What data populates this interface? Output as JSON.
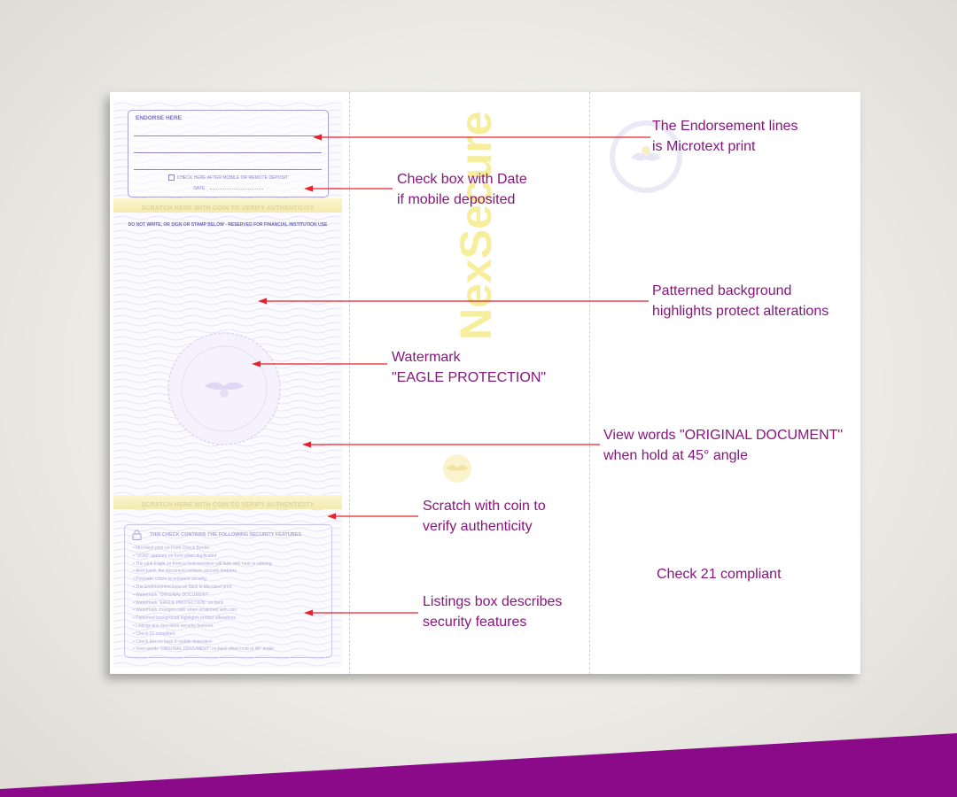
{
  "colors": {
    "accent_purple": "#8a0a8a",
    "callout_text": "#87157e",
    "arrow_red": "#e8222a",
    "pattern_violet": "#a9a0dc",
    "scratch_gold": "#f3eab0"
  },
  "check_back": {
    "endorse_title": "ENDORSE HERE",
    "mobile_checkbox_label": "CHECK HERE AFTER MOBILE OR REMOTE DEPOSIT",
    "date_label": "DATE",
    "scratch_label": "SCRATCH HERE WITH COIN TO VERIFY AUTHENTICITY",
    "reserved_notice": "DO NOT WRITE, OR SIGN OR STAMP BELOW - RESERVED FOR FINANCIAL INSTITUTION USE",
    "features_title": "THIS CHECK CONTAINS THE FOLLOWING SECURITY FEATURES",
    "features": [
      "Microtext print on Front Check Border",
      "\"VOID\" appears on front when duplicated",
      "The pink Eagle on front is heat sensitive will fade with heat or rubbing",
      "Alert band, the document contains security features",
      "Prismatic colors to enhance security",
      "The Endorsement lines on back is Microtext print",
      "Watermark \"ORIGINAL DOCUMENT\"",
      "Watermark \"EAGLE PROTECTION\" on back",
      "Watermark changes color when scratched with coin",
      "Patterned background highlights protect alterations",
      "Listings box describes security features",
      "Check 21 compliant",
      "Check box on back if mobile deposited",
      "View words \"ORIGINAL DOCUMENT\" on back when hold at 45° angle"
    ],
    "brand_watermark": "NexSecure"
  },
  "callouts": [
    {
      "lines": [
        "The Endorsement lines",
        "is Microtext print"
      ]
    },
    {
      "lines": [
        "Check box with Date",
        "if mobile deposited"
      ]
    },
    {
      "lines": [
        "Patterned background",
        "highlights protect alterations"
      ]
    },
    {
      "lines": [
        "Watermark",
        "\"EAGLE PROTECTION\""
      ]
    },
    {
      "lines": [
        "View words \"ORIGINAL DOCUMENT\"",
        "when hold at 45° angle"
      ]
    },
    {
      "lines": [
        "Scratch with coin to",
        "verify authenticity"
      ]
    },
    {
      "lines": [
        "Listings box describes",
        "security features"
      ]
    },
    {
      "lines": [
        "Check 21 compliant"
      ]
    }
  ]
}
